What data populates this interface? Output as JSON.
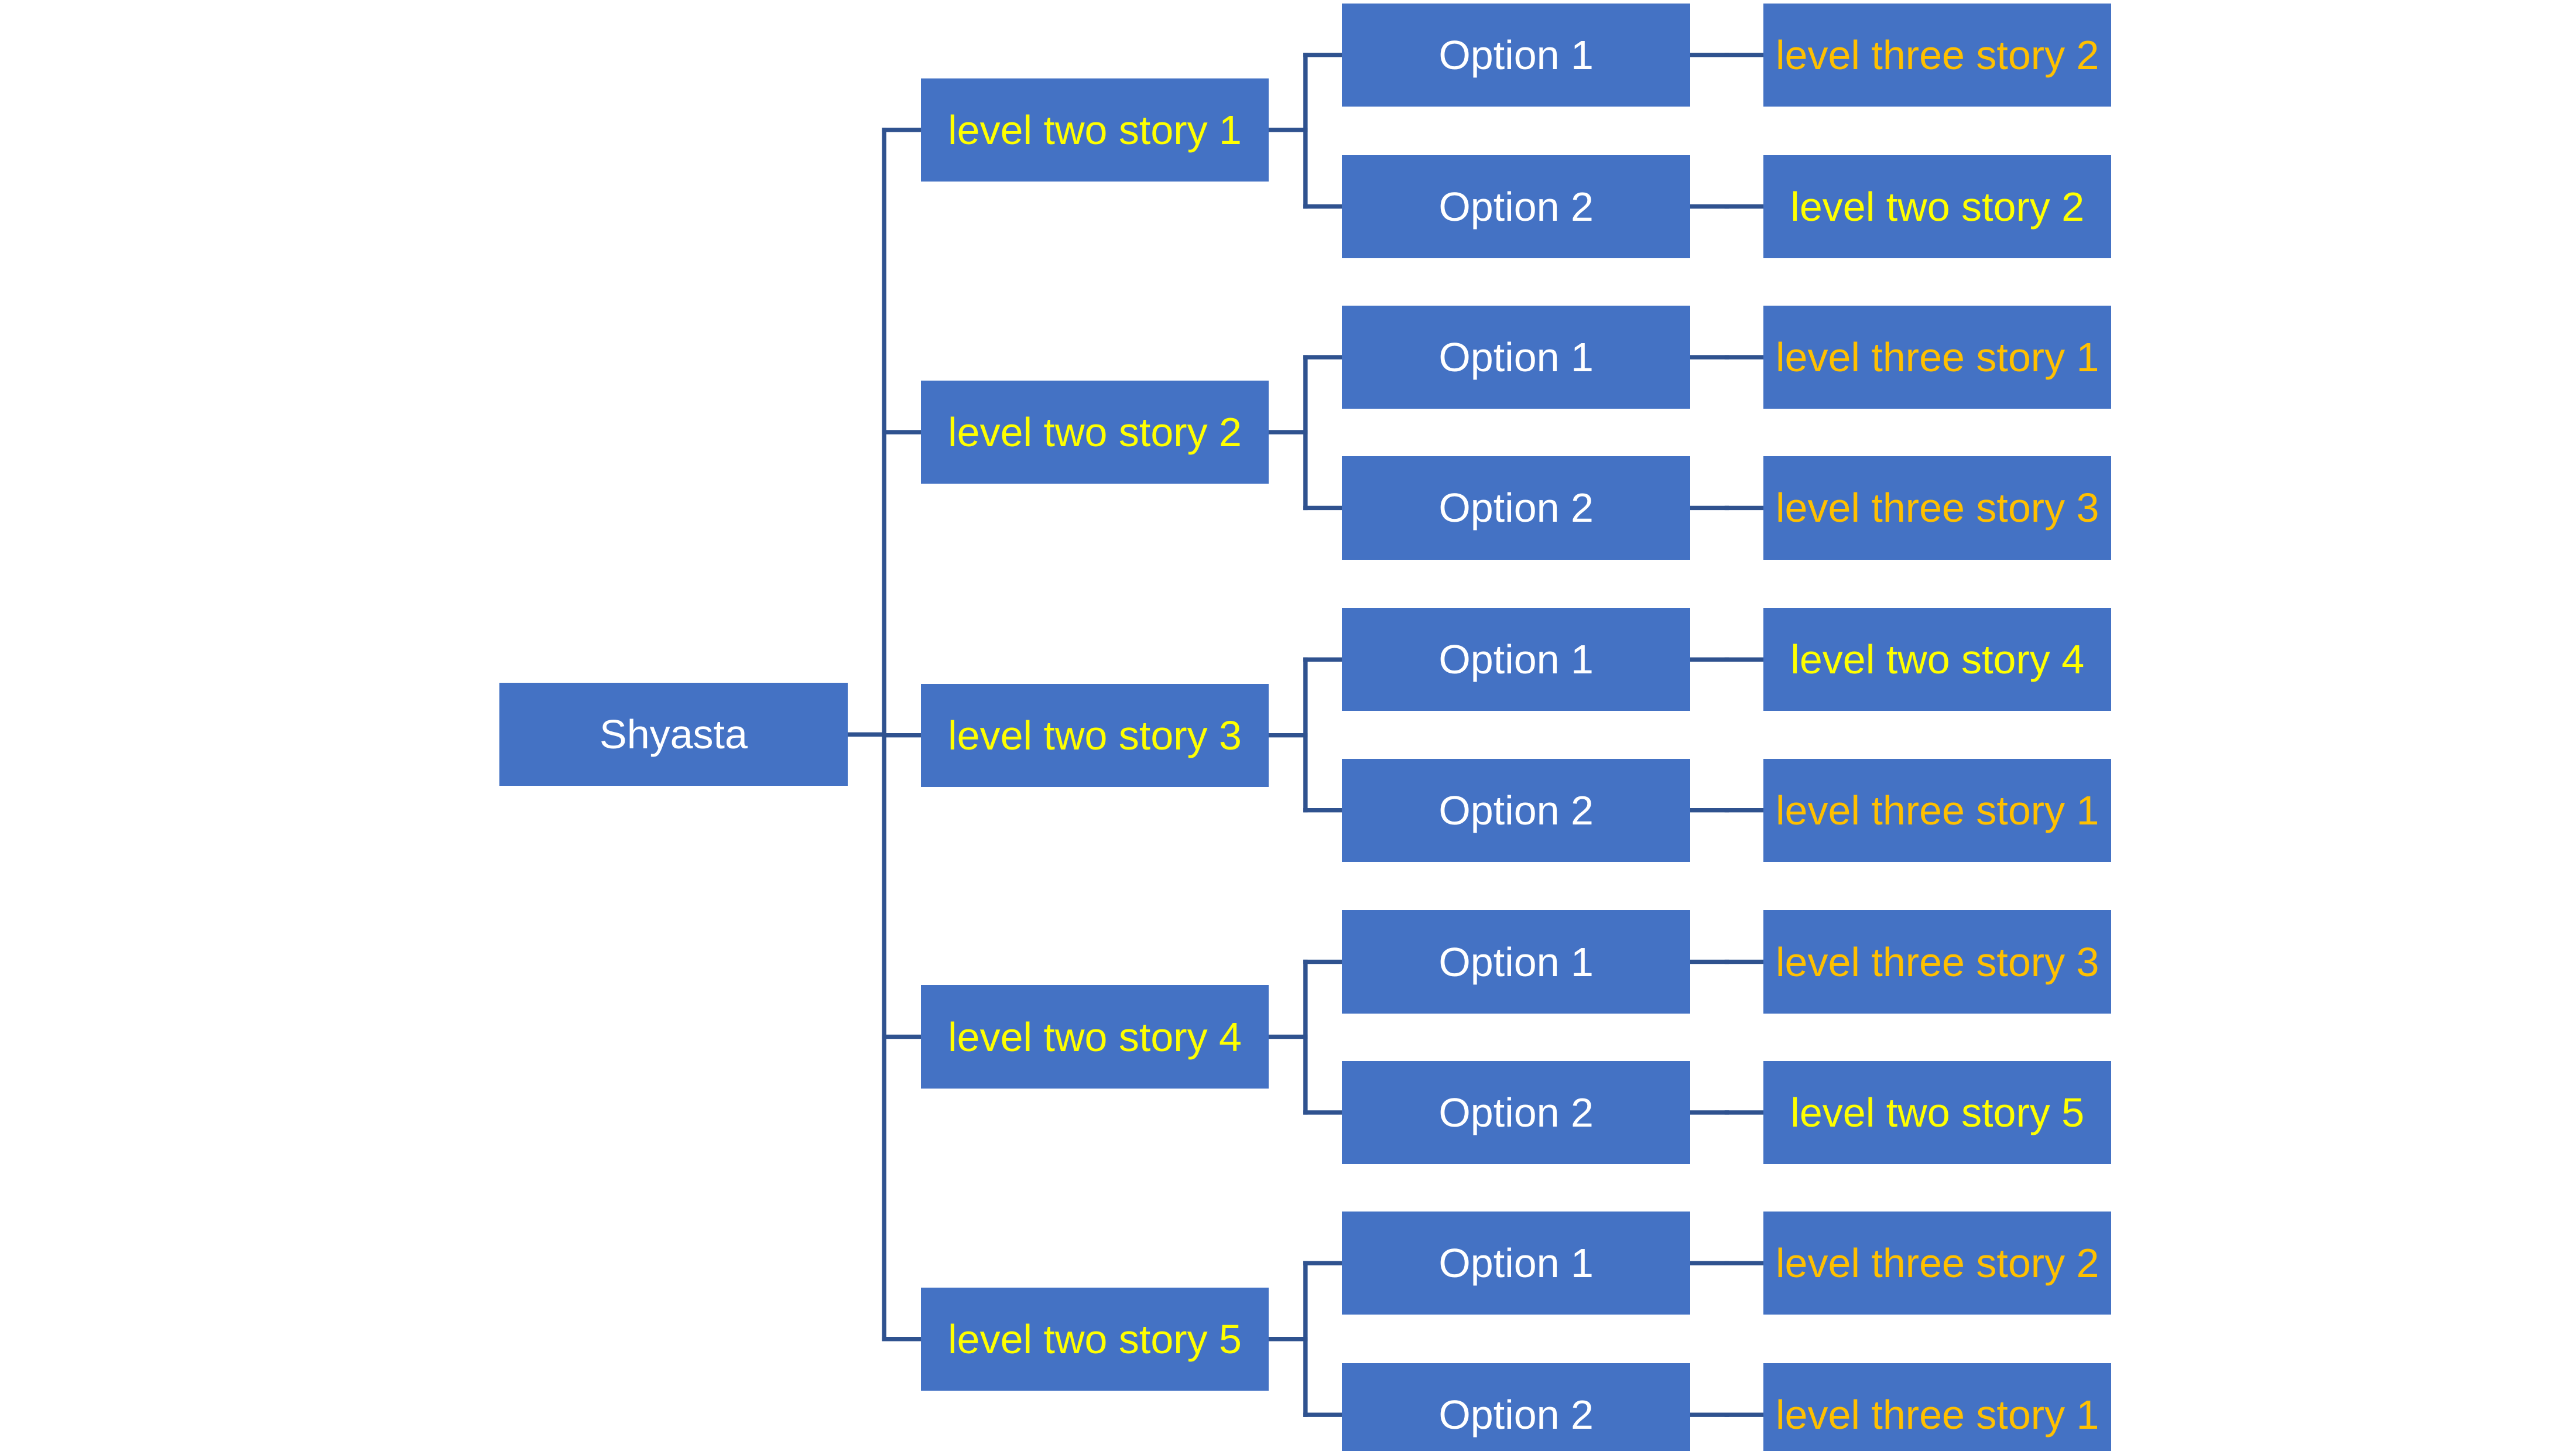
{
  "colors": {
    "node_fill": "#4472C4",
    "connector": "#2F528F",
    "text_white": "#FFFFFF",
    "text_yellow": "#FFFF00",
    "text_orange": "#FFC000"
  },
  "root": {
    "label": "Shyasta"
  },
  "branches": [
    {
      "label": "level two story 1",
      "options": [
        {
          "label": "Option 1",
          "result": "level three story 2",
          "result_color": "orange"
        },
        {
          "label": "Option 2",
          "result": "level two story 2",
          "result_color": "yellow"
        }
      ]
    },
    {
      "label": "level two story 2",
      "options": [
        {
          "label": "Option 1",
          "result": "level three story 1",
          "result_color": "orange"
        },
        {
          "label": "Option 2",
          "result": "level three story 3",
          "result_color": "orange"
        }
      ]
    },
    {
      "label": "level two story 3",
      "options": [
        {
          "label": "Option 1",
          "result": "level two story 4",
          "result_color": "yellow"
        },
        {
          "label": "Option 2",
          "result": "level three story 1",
          "result_color": "orange"
        }
      ]
    },
    {
      "label": "level two story 4",
      "options": [
        {
          "label": "Option 1",
          "result": "level three story 3",
          "result_color": "orange"
        },
        {
          "label": "Option 2",
          "result": "level two story 5",
          "result_color": "yellow"
        }
      ]
    },
    {
      "label": "level two story 5",
      "options": [
        {
          "label": "Option 1",
          "result": "level three story 2",
          "result_color": "orange"
        },
        {
          "label": "Option 2",
          "result": "level three story 1",
          "result_color": "orange"
        }
      ]
    }
  ]
}
